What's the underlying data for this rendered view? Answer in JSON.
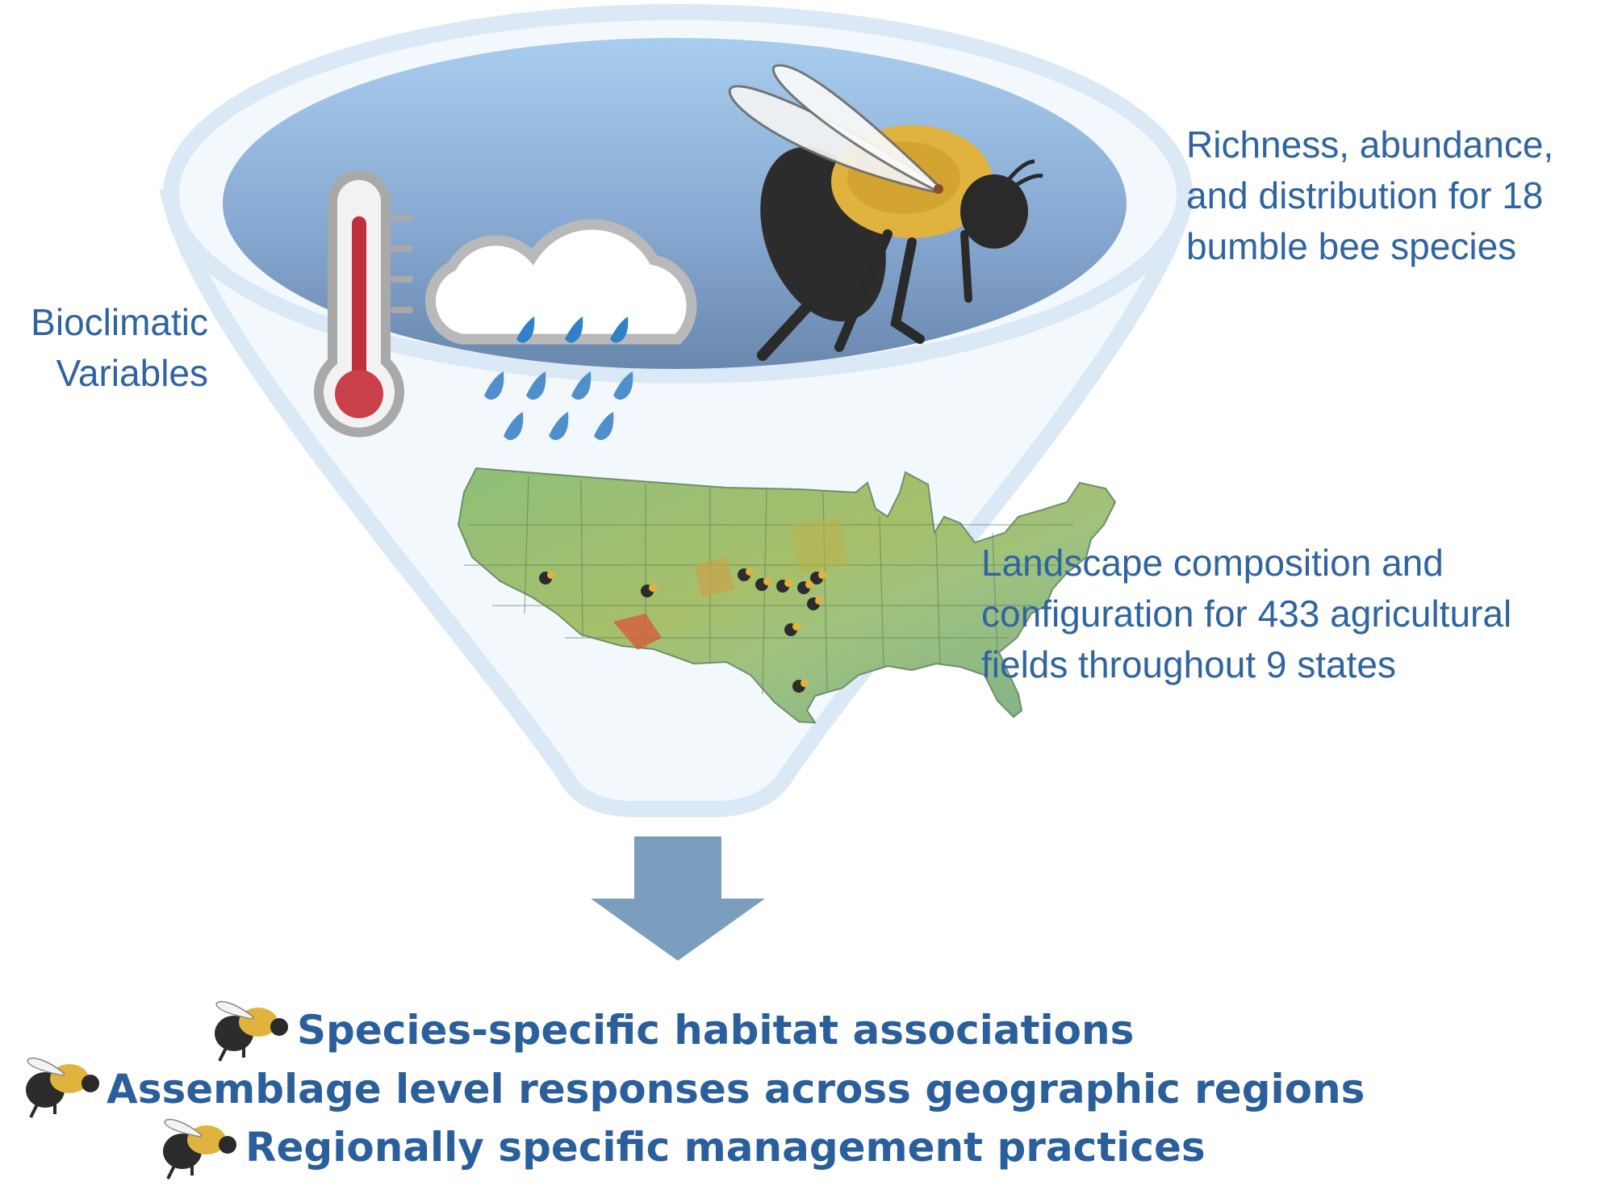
{
  "labels": {
    "bioclimatic_line1": "Bioclimatic",
    "bioclimatic_line2": "Variables",
    "bees_line1": "Richness, abundance,",
    "bees_line2": "and distribution for 18",
    "bees_line3": "bumble bee species",
    "landscape_line1": "Landscape composition and",
    "landscape_line2": "configuration for 433 agricultural",
    "landscape_line3": "fields throughout 9 states"
  },
  "outcomes": [
    "Species-specific habitat associations",
    "Assemblage level responses across geographic regions",
    "Regionally specific management practices"
  ],
  "colors": {
    "text": "#2f64a0",
    "funnel_rim": "#dbe8f6",
    "funnel_fill": "#f3f8fd",
    "bowl_top": "#8fb8e0",
    "bowl_bottom": "#6f8fb6",
    "arrow": "#7b9ebf",
    "thermometer_red": "#c0303a",
    "rain_blue": "#2f80c8"
  },
  "icons": [
    "thermometer-icon",
    "rain-cloud-icon",
    "bumble-bee-icon",
    "us-map-icon",
    "down-arrow-icon"
  ]
}
